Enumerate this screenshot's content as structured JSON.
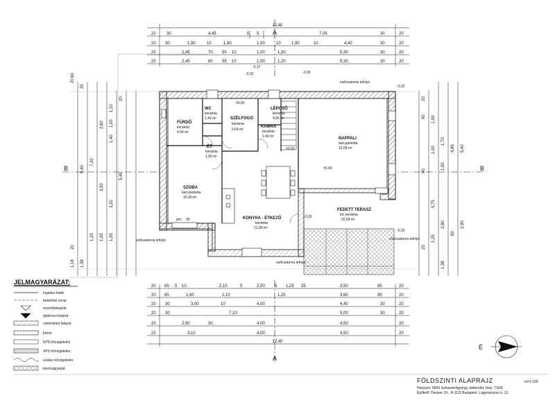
{
  "dimensions": {
    "top": {
      "overall": "12,40",
      "row1": [
        "20",
        "30",
        "4,45",
        "5",
        "5",
        "7,05",
        "30",
        "20"
      ],
      "row2": [
        "20",
        "30",
        "1,90",
        "10",
        "1,90",
        "1,00",
        "10",
        "1,90",
        "10",
        "4,40",
        "30",
        "20"
      ],
      "row3": [
        "20",
        "2,45",
        "70",
        "55",
        "10",
        "1,00",
        "1,30",
        "5,30",
        "30",
        "20"
      ],
      "row4": [
        "20",
        "2,45",
        "60",
        "55",
        "10",
        "1,00",
        "1,20",
        "5,30",
        "30",
        "20"
      ]
    },
    "bottom": {
      "row1": [
        "20",
        "65",
        "5",
        "10",
        "2,10",
        "5",
        "2,00",
        "5",
        "1,25",
        "25",
        "3,50",
        "85",
        "20"
      ],
      "row2": [
        "20",
        "65",
        "1,60",
        "2,10",
        "1,25",
        "3,60",
        "85",
        "20"
      ],
      "row3": [
        "20",
        "30",
        "3,00",
        "10",
        "4,00",
        "4,40",
        "30",
        "20"
      ],
      "row4": [
        "20",
        "30",
        "7,10",
        "5,00",
        "30",
        "20"
      ],
      "row5": [
        "20",
        "2,90",
        "30",
        "4,00",
        "4,50",
        "20"
      ],
      "row6": [
        "20",
        "3,10",
        "4,00",
        "4,50",
        "20"
      ],
      "overall": "12,40"
    },
    "left": [
      "20",
      "60",
      "20",
      "2,60",
      "1,10",
      "1,00",
      "1,40",
      "20",
      "3,90",
      "3,20",
      "5,45",
      "8,40",
      "7,20",
      "1,00",
      "1,00",
      "1,20",
      "20",
      "1,18",
      "1,38"
    ],
    "right": [
      "20",
      "1,00",
      "90",
      "1,70",
      "1,00",
      "1,00",
      "5,75",
      "90",
      "2,80",
      "1,25",
      "20",
      "1,38",
      "4,80",
      "5,40",
      "60",
      "2,90"
    ]
  },
  "rooms": [
    {
      "name": "FÜRDŐ",
      "floor": "kerámia",
      "area": "4,94 m²"
    },
    {
      "name": "WC",
      "floor": "kerámia",
      "area": "1,40 m²"
    },
    {
      "name": "SZÉLFOGÓ",
      "floor": "kerámia",
      "area": "6,64 m²"
    },
    {
      "name": "LÉPCSŐ",
      "floor": "kerámia",
      "area": "4,90 m²"
    },
    {
      "name": "KAMRA",
      "floor": "kerámia",
      "area": "1,40 m²"
    },
    {
      "name": "NAPPALI",
      "floor": "lam.parketta",
      "area": "22,68 m²"
    },
    {
      "name": "ÉT.",
      "floor": "kerámia",
      "area": "1,90 m²"
    },
    {
      "name": "SZOBA",
      "floor": "lam.parketta",
      "area": "10,93 m²"
    },
    {
      "name": "KONYHA - ÉTKEZŐ",
      "floor": "kerámia",
      "area": "21,90 m²"
    },
    {
      "name": "FEDETT TERASZ",
      "floor": "kő, kerámia",
      "area": "20,54 m²"
    }
  ],
  "levels": {
    "entry": "-0,02",
    "entry2": "-0,17",
    "wc": "±0,00",
    "stair": "±0,00",
    "living": "±0,00",
    "northeast": "-0,05",
    "corner_ne": "-0,32",
    "terrace": "-0,02",
    "terrace_corner": "-0,32"
  },
  "notes": {
    "downpipe": "esőcsatorna lefolyó",
    "window_prefix": "pm.",
    "window_dim": "90"
  },
  "section_marks": {
    "a": "A",
    "b": "B"
  },
  "legend": {
    "title": "JELMAGYARÁZAT:",
    "items": [
      "ingatlan határ",
      "beépítési vonal",
      "személybejárat",
      "gépkocsi bejárat",
      "vízkerámia falazat",
      "beton",
      "EPS hőszigetelés",
      "XPS hőszigetelés",
      "szálas hőszigetelés",
      "kavicságyazat"
    ]
  },
  "north": {
    "label": "É"
  },
  "title_block": {
    "title": "FÖLDSZINTI ALAPRAJZ",
    "scale": "m=1:100",
    "location": "Helyszín: 8043 Iszkaszentgyörgy, belterület, hrsz: 716/9",
    "builder": "Építtető: Deviser Zrt., H-1111 Budapest, Lágymányosi u. 12."
  }
}
